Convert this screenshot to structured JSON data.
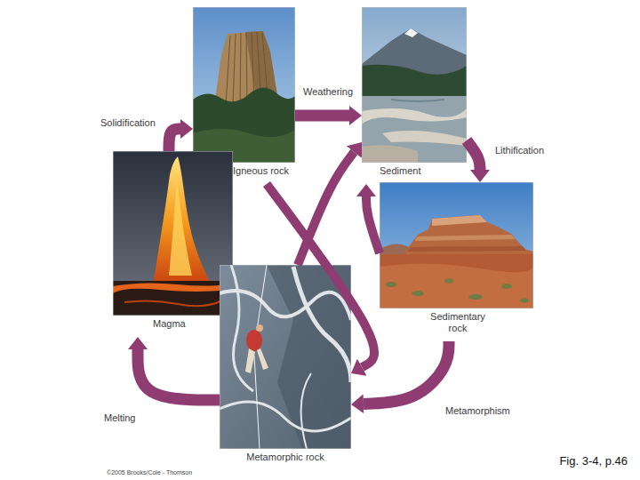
{
  "diagram": {
    "nodes": [
      {
        "text": [
          "Igneous rock"
        ]
      },
      {
        "text": [
          "Sediment"
        ]
      },
      {
        "text": [
          "Sedimentary rock"
        ]
      },
      {
        "text": [
          "Metamorphic rock"
        ]
      },
      {
        "text": [
          "Magma"
        ]
      }
    ],
    "edges": [
      {
        "from": 0,
        "to": 1,
        "label": "Weathering",
        "arrow": "to"
      },
      {
        "from": 1,
        "to": 2,
        "label": "Lithification",
        "arrow": "to"
      },
      {
        "from": 2,
        "to": 3,
        "label": "Metamorphism",
        "arrow": "to"
      },
      {
        "from": 3,
        "to": 4,
        "label": "Melting",
        "arrow": "to"
      },
      {
        "from": 4,
        "to": 0,
        "label": "Solidification",
        "arrow": "to"
      },
      {
        "from": 0,
        "to": 3,
        "arrow": "to"
      },
      {
        "from": 3,
        "to": 1,
        "arrow": "to"
      },
      {
        "from": 2,
        "to": 1,
        "arrow": "to"
      }
    ],
    "labels": [
      "Fig. 3-4, p.46",
      "©2005 Brooks/Cole - Thomson"
    ]
  }
}
